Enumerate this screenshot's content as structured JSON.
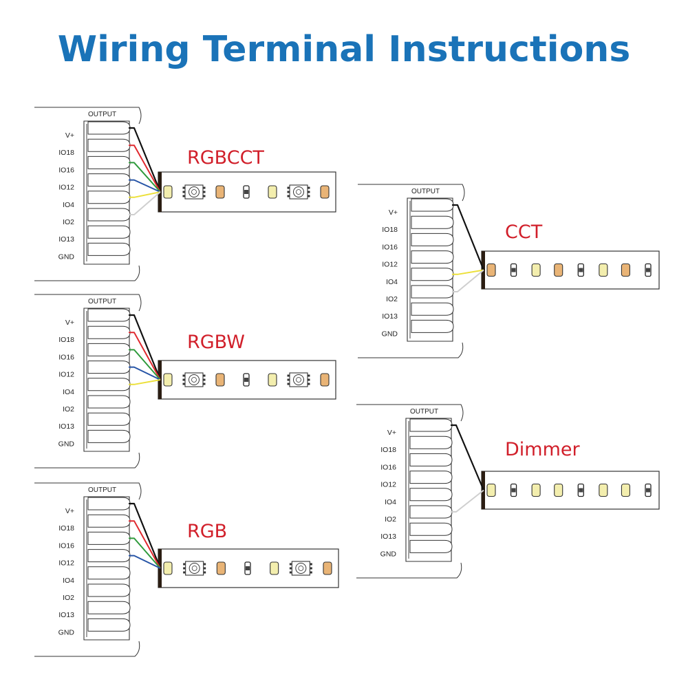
{
  "title": "Wiring Terminal Instructions",
  "terminal": {
    "output_label": "OUTPUT",
    "pins": [
      "V+",
      "IO18",
      "IO16",
      "IO12",
      "IO4",
      "IO2",
      "IO13",
      "GND"
    ]
  },
  "colors": {
    "title": "#1a73b8",
    "strip_label": "#d11f2a",
    "wire_black": "#111111",
    "wire_red": "#e0282e",
    "wire_green": "#2e9a3b",
    "wire_blue": "#2654a6",
    "wire_yellow": "#ece03a",
    "wire_white": "#cfcfcf",
    "led_warm": "#e9b476",
    "led_cool": "#f3eeae"
  },
  "diagrams": [
    {
      "label": "RGBCCT",
      "wires": [
        "black",
        "red",
        "green",
        "blue",
        "yellow",
        "white"
      ],
      "chips": [
        "led-cool",
        "rgb",
        "led-warm",
        "resistor",
        "led-cool",
        "rgb",
        "led-warm"
      ]
    },
    {
      "label": "CCT",
      "wires": [
        "black",
        "yellow",
        "white"
      ],
      "chips": [
        "led-warm",
        "resistor",
        "led-cool",
        "led-warm",
        "resistor",
        "led-cool",
        "led-warm",
        "resistor"
      ]
    },
    {
      "label": "RGBW",
      "wires": [
        "black",
        "red",
        "green",
        "blue",
        "yellow"
      ],
      "chips": [
        "led-cool",
        "rgb",
        "led-warm",
        "resistor",
        "led-cool",
        "rgb",
        "led-warm"
      ]
    },
    {
      "label": "Dimmer",
      "wires": [
        "black",
        "white"
      ],
      "chips": [
        "led-cool",
        "resistor",
        "led-cool",
        "led-cool",
        "resistor",
        "led-cool",
        "led-cool",
        "resistor"
      ]
    },
    {
      "label": "RGB",
      "wires": [
        "black",
        "red",
        "green",
        "blue"
      ],
      "chips": [
        "led-cool",
        "rgb",
        "led-warm",
        "resistor",
        "led-cool",
        "rgb",
        "led-warm"
      ]
    }
  ]
}
